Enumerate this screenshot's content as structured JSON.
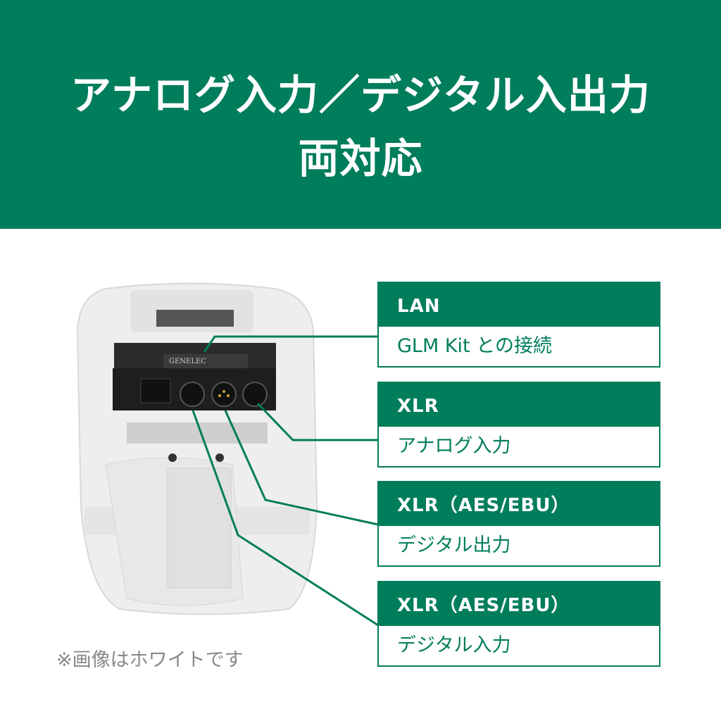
{
  "header": {
    "line1": "アナログ入力／デジタル入出力",
    "line2": "両対応"
  },
  "colors": {
    "brand": "#007d5b"
  },
  "product_image": {
    "logo_text": "GENELEC"
  },
  "callouts": [
    {
      "title": "LAN",
      "desc": "GLM Kit との接続"
    },
    {
      "title": "XLR",
      "desc": "アナログ入力"
    },
    {
      "title": "XLR（AES/EBU）",
      "desc": "デジタル出力"
    },
    {
      "title": "XLR（AES/EBU）",
      "desc": "デジタル入力"
    }
  ],
  "note": "※画像はホワイトです"
}
